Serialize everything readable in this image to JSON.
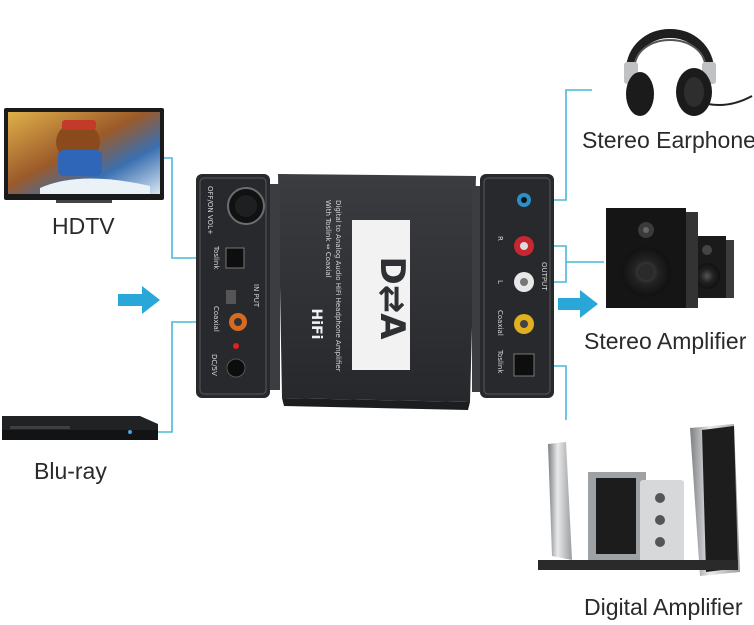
{
  "colors": {
    "connector_line": "#49b8d8",
    "arrow": "#28a7d8",
    "device_body": "#2e3033",
    "panel": "#27292c",
    "logo_white": "#f2f2f2"
  },
  "sources": {
    "hdtv_label": "HDTV",
    "bluray_label": "Blu-ray"
  },
  "outputs": {
    "earphone_label": "Stereo Earphone",
    "amplifier_label": "Stereo Amplifier",
    "digital_amplifier_label": "Digital Amplifier"
  },
  "device": {
    "top_text_line1": "Digital to Analog Audio HiFi Headphone Amplifier",
    "top_text_line2": "With Toslink ⇔ Coaxial",
    "logo": "D⇄A",
    "hifi": "HiFi",
    "left_panel": {
      "power_label": "OFF/ON  VOL+",
      "input_label": "IN PUT",
      "toslink_label": "Toslink",
      "coaxial_label": "Coaxial",
      "dc_label": "DC/5V"
    },
    "right_panel": {
      "r_label": "R",
      "l_label": "L",
      "output_label": "OUTPUT",
      "coaxial_label": "Coaxial",
      "toslink_label": "Toslink"
    }
  },
  "icons": {
    "tv": "hdtv-icon",
    "bluray": "bluray-player-icon",
    "headphones": "headphones-icon",
    "speakers": "bookshelf-speakers-icon",
    "digital_amp": "home-theater-icon"
  }
}
